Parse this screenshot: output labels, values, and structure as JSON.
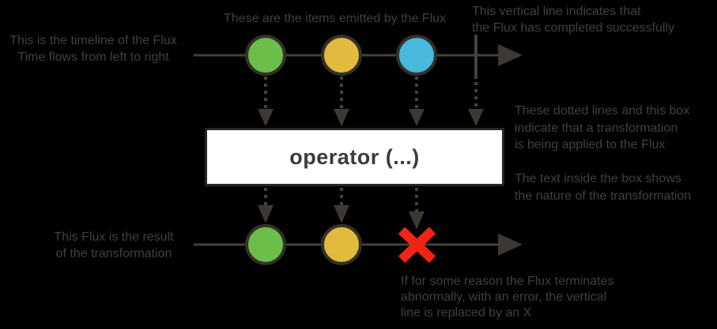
{
  "labels": {
    "timeline_note": "This is the timeline of the Flux\nTime flows from left to right",
    "items_note": "These are the items emitted by the Flux",
    "complete_note": "This vertical line indicates that\nthe Flux has completed successfully",
    "transform_note": "These dotted lines and this box\nindicate that a transformation\nis being applied to the Flux\n\nThe text inside the box shows\nthe nature of the transformation",
    "result_note": "This Flux is the result\nof the transformation",
    "error_note": "If for some reason the Flux terminates\nabnormally, with an error, the vertical\nline is replaced by an X",
    "operator_label": "operator (...)"
  },
  "colors": {
    "background": "#000000",
    "text": "#453f39",
    "line": "#46413b",
    "arrow": "#3d3833",
    "circle_stroke": "#34302b",
    "green": "#6cbe4b",
    "yellow": "#e2ba3d",
    "blue": "#48b8dc",
    "red_x": "#ee2512",
    "operator_bg": "#ffffff",
    "operator_border": "#2b2824",
    "operator_text": "#3b3b3b"
  },
  "diagram": {
    "source_items": [
      "green",
      "yellow",
      "blue"
    ],
    "source_terminal": "complete",
    "result_items": [
      "green",
      "yellow"
    ],
    "result_terminal": "error"
  }
}
